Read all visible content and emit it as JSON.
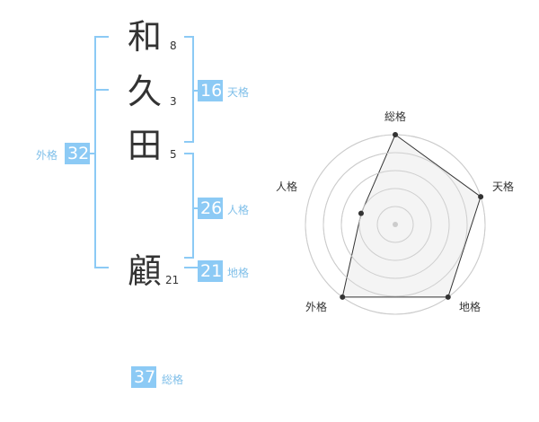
{
  "name": {
    "characters": [
      {
        "char": "和",
        "strokes": "8"
      },
      {
        "char": "久",
        "strokes": "3"
      },
      {
        "char": "田",
        "strokes": "5"
      },
      {
        "char": "顧",
        "strokes": "21"
      }
    ]
  },
  "kaku": {
    "tenkaku": {
      "value": "16",
      "label": "天格"
    },
    "jinkaku": {
      "value": "26",
      "label": "人格"
    },
    "chikaku": {
      "value": "21",
      "label": "地格"
    },
    "gaikaku": {
      "value": "32",
      "label": "外格"
    },
    "soukaku": {
      "value": "37",
      "label": "総格"
    }
  },
  "radar": {
    "labels": {
      "top": "総格",
      "right": "天格",
      "bottom_right": "地格",
      "bottom_left": "外格",
      "left": "人格"
    },
    "levels": 5,
    "values": {
      "top": 1.0,
      "right": 1.0,
      "bottom_right": 1.0,
      "bottom_left": 1.0,
      "left": 0.4
    },
    "colors": {
      "line": "#333333",
      "fill": "#f2f2f2",
      "grid": "#cccccc",
      "center": "#cccccc"
    }
  },
  "colors": {
    "bracket": "#8ccaf5",
    "badge": "#8ccaf5",
    "label": "#7fbfe9"
  }
}
